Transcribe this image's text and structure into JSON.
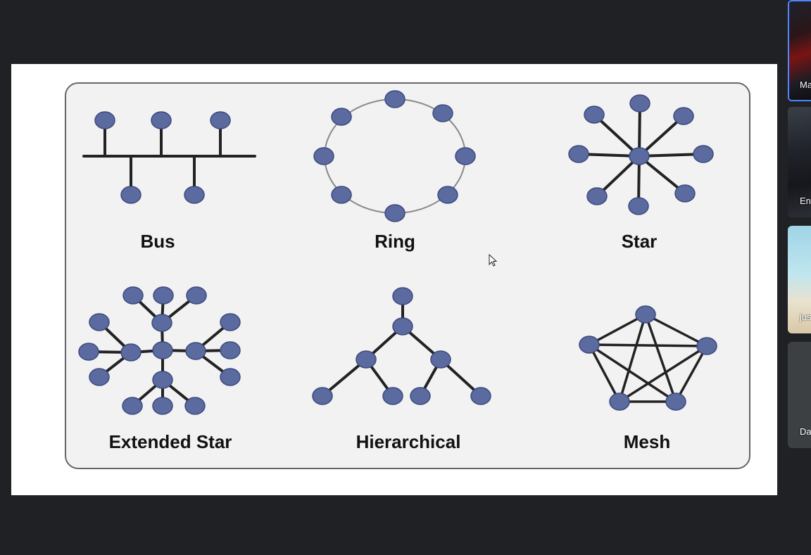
{
  "slide": {
    "labels": {
      "bus": "Bus",
      "ring": "Ring",
      "star": "Star",
      "extended_star": "Extended Star",
      "hierarchical": "Hierarchical",
      "mesh": "Mesh"
    },
    "colors": {
      "node_fill": "#5b6a9f",
      "node_stroke": "#3c4a7e",
      "link": "#222222",
      "panel_bg": "#f2f2f2",
      "panel_border": "#666666"
    }
  },
  "participants": [
    {
      "name": "Ma",
      "active_speaker": true
    },
    {
      "name": "En",
      "active_speaker": false
    },
    {
      "name": "jus",
      "active_speaker": false
    },
    {
      "name": "Da",
      "active_speaker": false
    }
  ]
}
